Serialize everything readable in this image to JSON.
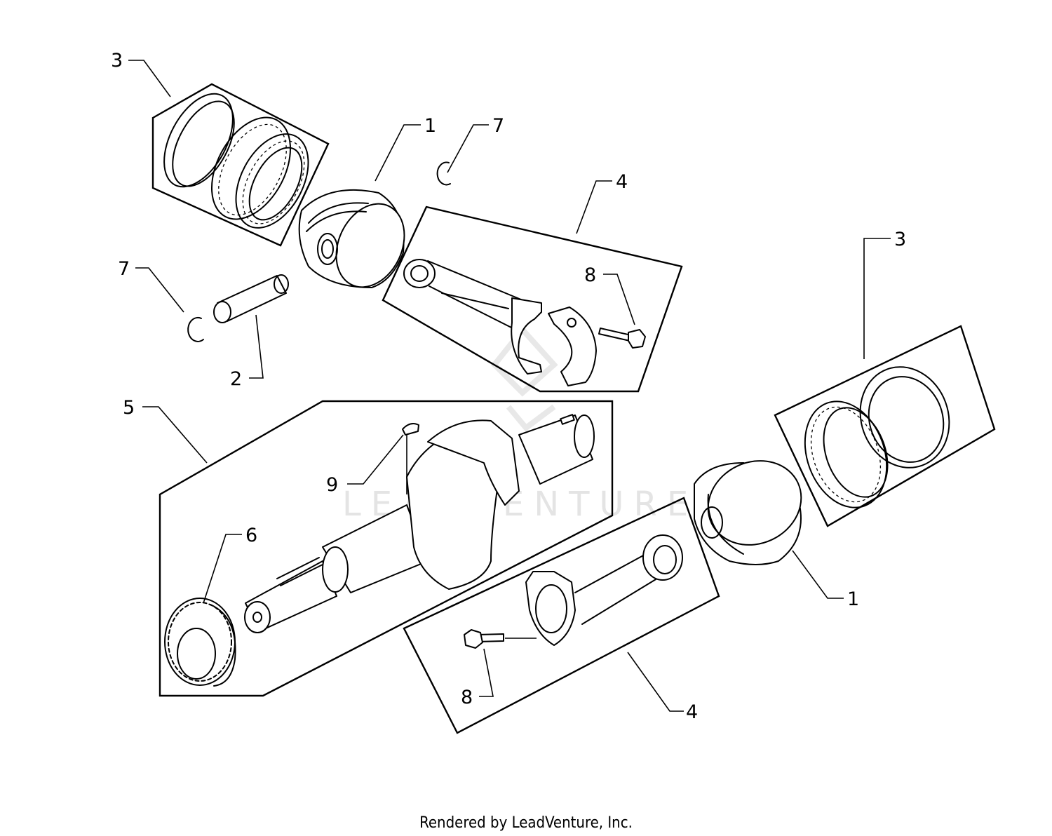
{
  "diagram": {
    "callouts": [
      {
        "id": "c-3-top",
        "text": "3"
      },
      {
        "id": "c-1-top",
        "text": "1"
      },
      {
        "id": "c-7-top",
        "text": "7"
      },
      {
        "id": "c-4-top",
        "text": "4"
      },
      {
        "id": "c-3-right",
        "text": "3"
      },
      {
        "id": "c-7-left",
        "text": "7"
      },
      {
        "id": "c-8-top",
        "text": "8"
      },
      {
        "id": "c-2",
        "text": "2"
      },
      {
        "id": "c-5",
        "text": "5"
      },
      {
        "id": "c-9",
        "text": "9"
      },
      {
        "id": "c-6",
        "text": "6"
      },
      {
        "id": "c-1-right",
        "text": "1"
      },
      {
        "id": "c-8-bottom",
        "text": "8"
      },
      {
        "id": "c-4-bottom",
        "text": "4"
      }
    ],
    "watermark": "LEADVENTURE",
    "footer": "Rendered by LeadVenture, Inc."
  }
}
